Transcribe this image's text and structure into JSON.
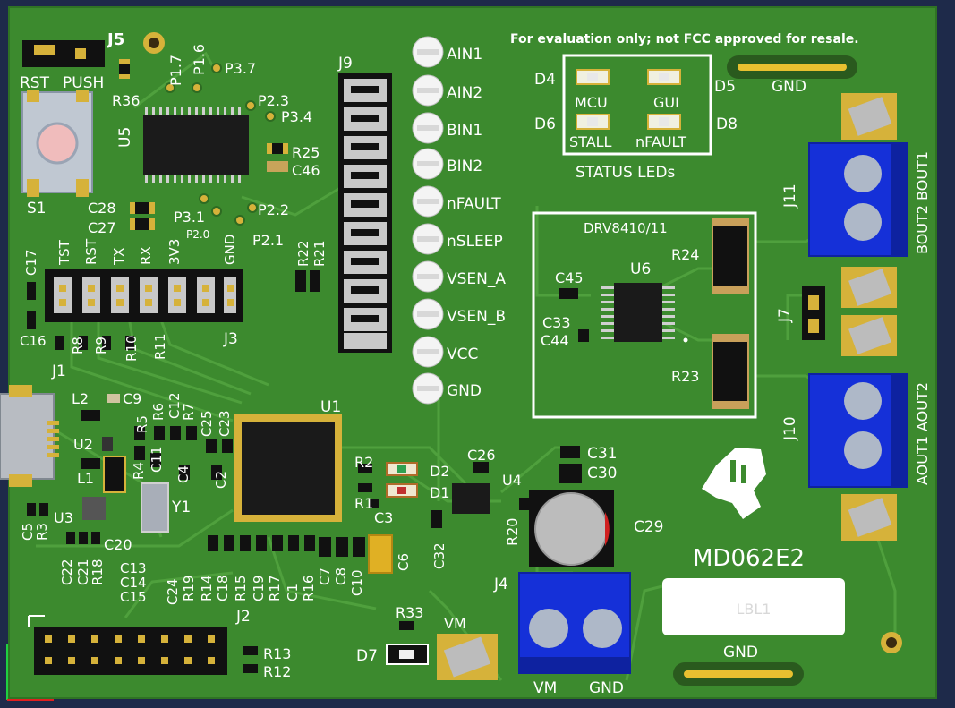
{
  "board": {
    "disclaimer": "For evaluation only; not FCC approved for resale.",
    "part_number": "MD062E2",
    "label_field": "LBL1",
    "status_leds_title": "STATUS LEDs",
    "driver_box_title": "DRV8410/11"
  },
  "colors": {
    "background": "#1e2a4a",
    "pcb": "#3c8a2e",
    "trace": "#4e9e3c",
    "silkscreen": "#ffffff",
    "terminal_block": "#1530d8",
    "pad_gold": "#d8b23a",
    "ic_body": "#1a1a1a"
  },
  "labels": {
    "J5": "J5",
    "RST": "RST",
    "PUSH": "PUSH",
    "R36": "R36",
    "U5": "U5",
    "S1": "S1",
    "P17": "P1.7",
    "P16": "P1.6",
    "P37": "P3.7",
    "P23": "P2.3",
    "P34": "P3.4",
    "R25": "R25",
    "C46": "C46",
    "C28": "C28",
    "C27": "C27",
    "P31": "P3.1",
    "P20": "P2.0",
    "P22": "P2.2",
    "P21": "P2.1",
    "R22": "R22",
    "R21": "R21",
    "C17": "C17",
    "C16": "C16",
    "TST": "TST",
    "RSTh": "RST",
    "TX": "TX",
    "RX": "RX",
    "V33": "3V3",
    "GNDh": "GND",
    "J3": "J3",
    "R8": "R8",
    "R9": "R9",
    "R10": "R10",
    "R11": "R11",
    "J9": "J9",
    "J1": "J1",
    "L2": "L2",
    "C9": "C9",
    "U2": "U2",
    "L1": "L1",
    "R5": "R5",
    "R6": "R6",
    "C12": "C12",
    "R7": "R7",
    "C25": "C25",
    "C23": "C23",
    "R4": "R4",
    "C11": "C11",
    "C4": "C4",
    "C2": "C2",
    "U1": "U1",
    "Y1": "Y1",
    "R2": "R2",
    "R1": "R1",
    "C3": "C3",
    "D2": "D2",
    "D1": "D1",
    "C26": "C26",
    "U4": "U4",
    "C32": "C32",
    "C6": "C6",
    "C7": "C7",
    "C8": "C8",
    "C10": "C10",
    "C5": "C5",
    "R3": "R3",
    "U3": "U3",
    "C20": "C20",
    "C22": "C22",
    "C21": "C21",
    "R18": "R18",
    "C13": "C13",
    "C14": "C14",
    "C15": "C15",
    "C24": "C24",
    "R19": "R19",
    "R14": "R14",
    "C18": "C18",
    "R15": "R15",
    "C19": "C19",
    "R17": "R17",
    "C1": "C1",
    "R16": "R16",
    "J2": "J2",
    "R13": "R13",
    "R12": "R12",
    "R33": "R33",
    "D7": "D7",
    "VMt": "VM",
    "J4": "J4",
    "VMb": "VM",
    "GNDb": "GND",
    "R20": "R20",
    "C29": "C29",
    "C31": "C31",
    "C30": "C30",
    "D4": "D4",
    "D5": "D5",
    "D6": "D6",
    "D8": "D8",
    "MCU": "MCU",
    "GUI": "GUI",
    "STALL": "STALL",
    "NFAULTled": "nFAULT",
    "GNDtop": "GND",
    "GNDbot": "GND",
    "C45": "C45",
    "U6": "U6",
    "R24": "R24",
    "C33": "C33",
    "C44": "C44",
    "R23": "R23",
    "J7": "J7",
    "J11": "J11",
    "J10": "J10",
    "BOUT": "BOUT2 BOUT1",
    "AOUT": "AOUT1 AOUT2"
  },
  "test_points": [
    "AIN1",
    "AIN2",
    "BIN1",
    "BIN2",
    "nFAULT",
    "nSLEEP",
    "VSEN_A",
    "VSEN_B",
    "VCC",
    "GND"
  ]
}
